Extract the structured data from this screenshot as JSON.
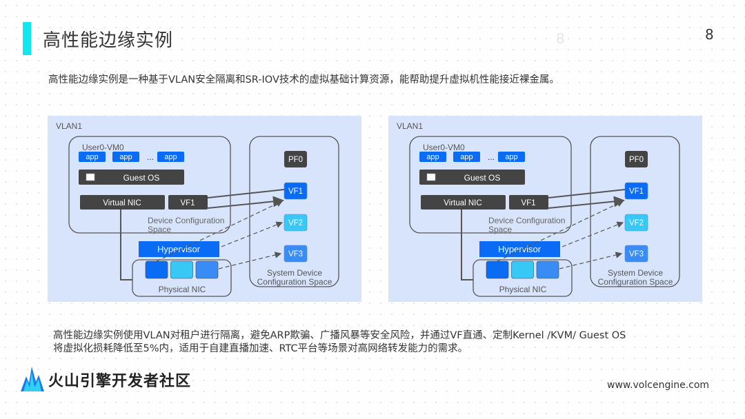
{
  "header": {
    "title": "高性能边缘实例",
    "ghost_page_number": "8",
    "page_number": "8"
  },
  "intro": "高性能边缘实例是一种基于VLAN安全隔离和SR-IOV技术的虚拟基础计算资源，能帮助提升虚拟机性能接近裸金属。",
  "diagram": {
    "vlan": "VLAN1",
    "vm_name": "User0-VM0",
    "apps": [
      "app",
      "app",
      "app"
    ],
    "ellipsis": "...",
    "guest_os": "Guest OS",
    "virtual_nic": "Virtual NIC",
    "vm_vf": "VF1",
    "device_config_space": [
      "Device Configuration",
      "Space"
    ],
    "hypervisor": "Hypervisor",
    "physical_nic": "Physical NIC",
    "pf": "PF0",
    "vfs": [
      {
        "label": "VF1",
        "color": "#0a6cf5"
      },
      {
        "label": "VF2",
        "color": "#38c8f5"
      },
      {
        "label": "VF3",
        "color": "#3a8cf5"
      }
    ],
    "system_config_space": [
      "System Device",
      "Configuration Space"
    ],
    "colors": {
      "panel": "#d7e4fb",
      "dark_box": "#444444",
      "blue": "#0a6cf5"
    }
  },
  "description": [
    "高性能边缘实例使用VLAN对租户进行隔离，避免ARP欺骗、广播风暴等安全风险，并通过VF直通、定制Kernel /KVM/ Guest OS",
    "将虚拟化损耗降低至5%内，适用于自建直播加速、RTC平台等场景对高网络转发能力的需求。"
  ],
  "footer": {
    "logo_text": "火山引擎开发者社区",
    "url": "www.volcengine.com"
  }
}
